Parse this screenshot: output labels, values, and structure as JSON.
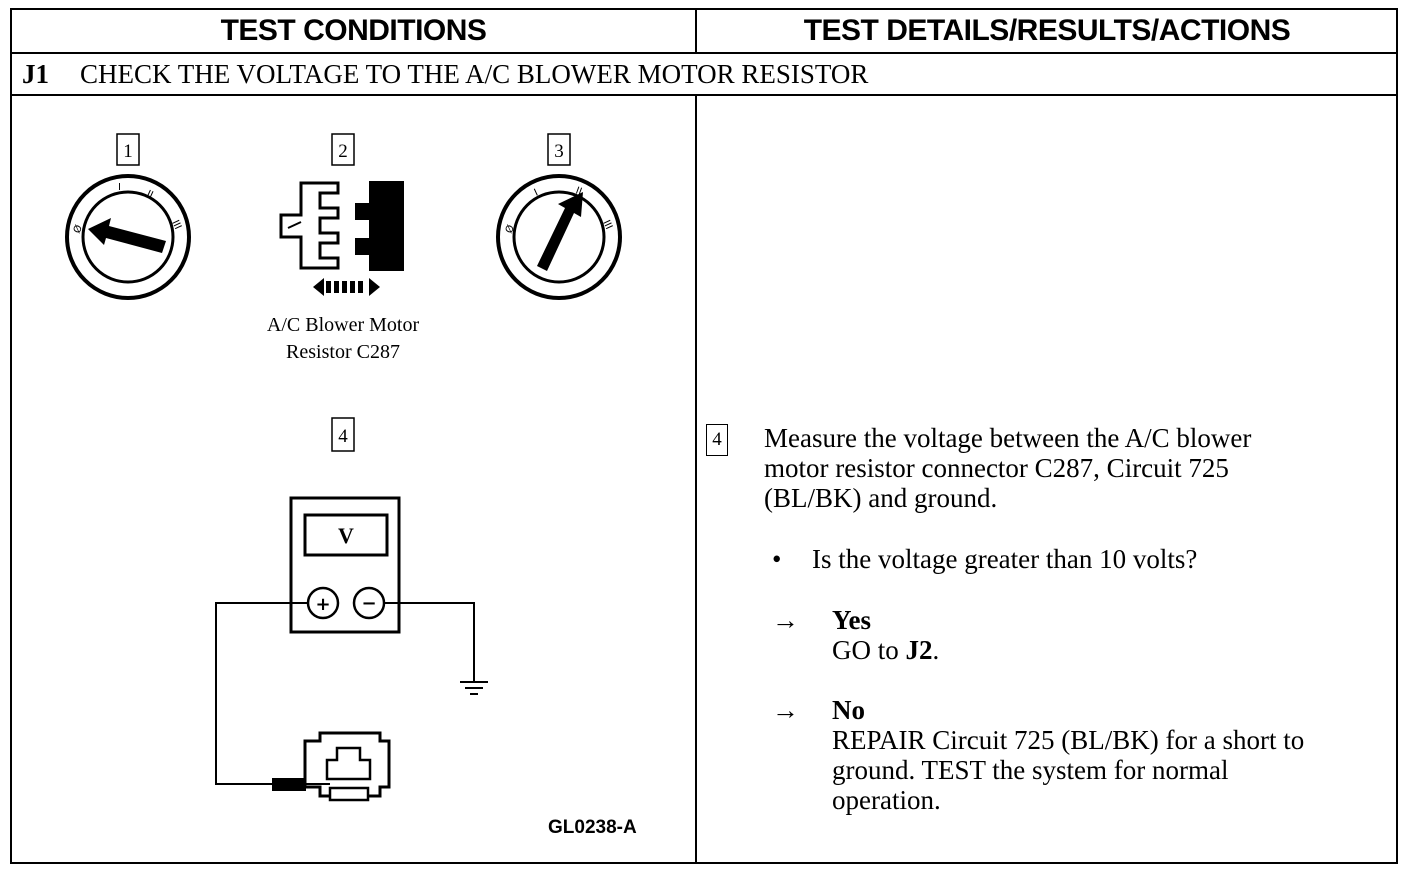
{
  "header": {
    "left_title": "TEST CONDITIONS",
    "right_title": "TEST DETAILS/RESULTS/ACTIONS"
  },
  "step": {
    "id": "J1",
    "title": "CHECK THE VOLTAGE TO THE A/C BLOWER MOTOR RESISTOR"
  },
  "figure": {
    "labels": [
      "1",
      "2",
      "3",
      "4"
    ],
    "switch_markings": [
      "Ø",
      "I",
      "II",
      "III"
    ],
    "connector_caption_line1": "A/C Blower Motor",
    "connector_caption_line2": "Resistor C287",
    "meter_label": "V",
    "plus_symbol": "+",
    "minus_symbol": "−",
    "figure_code": "GL0238-A"
  },
  "details": {
    "step_label": "4",
    "instruction_line1": "Measure the voltage between the A/C blower",
    "instruction_line2": "motor resistor connector C287, Circuit 725",
    "instruction_line3": "(BL/BK) and ground.",
    "bullet": "•",
    "question": "Is the voltage greater than 10 volts?",
    "arrow": "→",
    "yes_label": "Yes",
    "yes_action_prefix": "GO to ",
    "yes_action_target": "J2",
    "yes_action_suffix": ".",
    "no_label": "No",
    "no_action_line1": "REPAIR Circuit 725 (BL/BK) for a short to",
    "no_action_line2": "ground. TEST the system for normal",
    "no_action_line3": "operation."
  }
}
